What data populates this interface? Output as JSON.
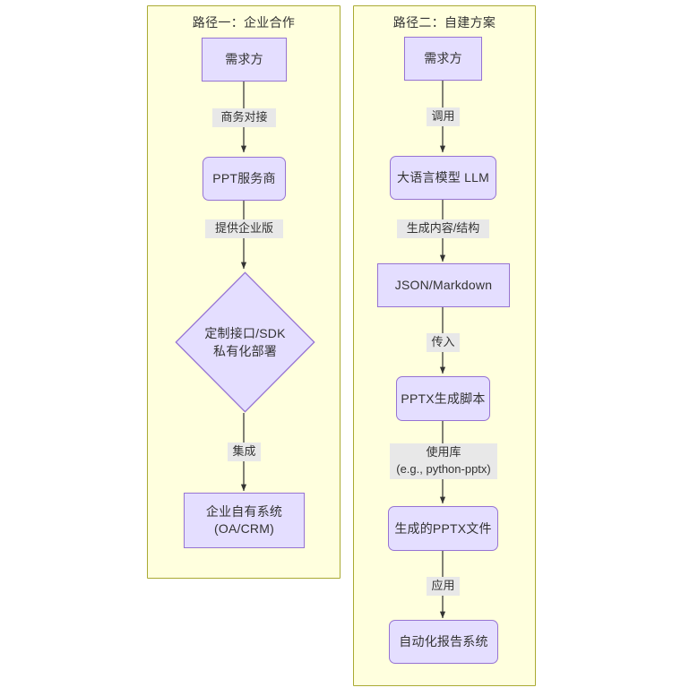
{
  "diagram": {
    "type": "flowchart",
    "direction": "top-down",
    "background": "#ffffff",
    "subgraph_fill": "#ffffde",
    "subgraph_stroke": "#aaaa33",
    "node_fill": "#e4deff",
    "node_stroke": "#9673d3",
    "edge_stroke": "#333333",
    "edge_label_bg": "#e8e8e8",
    "text_color": "#333333"
  },
  "subgraphs": [
    {
      "id": "path-one",
      "title": "路径一：企业合作",
      "nodes": [
        {
          "id": "demander-a",
          "label_lines": [
            "需求方"
          ],
          "shape": "rect"
        },
        {
          "id": "ppt-vendor",
          "label_lines": [
            "PPT服务商"
          ],
          "shape": "rounded"
        },
        {
          "id": "custom-api",
          "label_lines": [
            "定制接口/SDK",
            "私有化部署"
          ],
          "shape": "diamond"
        },
        {
          "id": "enterprise-system",
          "label_lines": [
            "企业自有系统",
            "(OA/CRM)"
          ],
          "shape": "rect"
        }
      ],
      "edges": [
        {
          "from": "demander-a",
          "to": "ppt-vendor",
          "label_lines": [
            "商务对接"
          ]
        },
        {
          "from": "ppt-vendor",
          "to": "custom-api",
          "label_lines": [
            "提供企业版"
          ]
        },
        {
          "from": "custom-api",
          "to": "enterprise-system",
          "label_lines": [
            "集成"
          ]
        }
      ]
    },
    {
      "id": "path-two",
      "title": "路径二：自建方案",
      "nodes": [
        {
          "id": "demander-b",
          "label_lines": [
            "需求方"
          ],
          "shape": "rect"
        },
        {
          "id": "llm",
          "label_lines": [
            "大语言模型 LLM"
          ],
          "shape": "rounded"
        },
        {
          "id": "json-markdown",
          "label_lines": [
            "JSON/Markdown"
          ],
          "shape": "rect"
        },
        {
          "id": "pptx-script",
          "label_lines": [
            "PPTX生成脚本"
          ],
          "shape": "rounded"
        },
        {
          "id": "pptx-file",
          "label_lines": [
            "生成的PPTX文件"
          ],
          "shape": "rounded"
        },
        {
          "id": "auto-report",
          "label_lines": [
            "自动化报告系统"
          ],
          "shape": "rounded"
        }
      ],
      "edges": [
        {
          "from": "demander-b",
          "to": "llm",
          "label_lines": [
            "调用"
          ]
        },
        {
          "from": "llm",
          "to": "json-markdown",
          "label_lines": [
            "生成内容/结构"
          ]
        },
        {
          "from": "json-markdown",
          "to": "pptx-script",
          "label_lines": [
            "传入"
          ]
        },
        {
          "from": "pptx-script",
          "to": "pptx-file",
          "label_lines": [
            "使用库",
            "(e.g., python-pptx)"
          ]
        },
        {
          "from": "pptx-file",
          "to": "auto-report",
          "label_lines": [
            "应用"
          ]
        }
      ]
    }
  ],
  "labels": {
    "sg1_title": "路径一：企业合作",
    "sg2_title": "路径二：自建方案",
    "n_demander_a": "需求方",
    "n_ppt_vendor": "PPT服务商",
    "n_custom_api_l1": "定制接口/SDK",
    "n_custom_api_l2": "私有化部署",
    "n_enterprise_l1": "企业自有系统",
    "n_enterprise_l2": "(OA/CRM)",
    "n_demander_b": "需求方",
    "n_llm": "大语言模型 LLM",
    "n_json_markdown": "JSON/Markdown",
    "n_pptx_script": "PPTX生成脚本",
    "n_pptx_file": "生成的PPTX文件",
    "n_auto_report": "自动化报告系统",
    "e_business": "商务对接",
    "e_provide_enterprise": "提供企业版",
    "e_integrate": "集成",
    "e_invoke": "调用",
    "e_generate_content": "生成内容/结构",
    "e_pass_in": "传入",
    "e_use_lib_l1": "使用库",
    "e_use_lib_l2": "(e.g., python-pptx)",
    "e_apply": "应用"
  }
}
